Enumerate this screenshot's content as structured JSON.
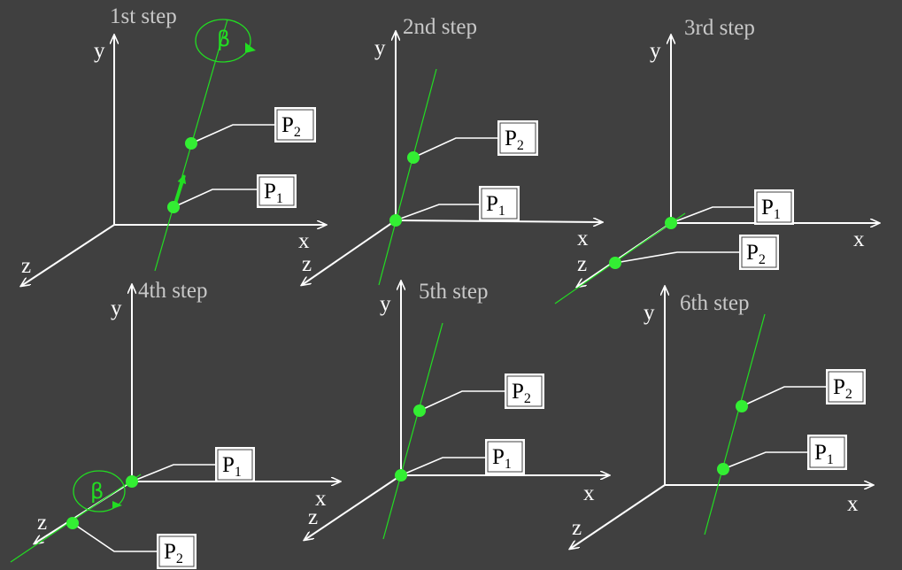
{
  "labels": {
    "x": "x",
    "y": "y",
    "z": "z",
    "point1": "P",
    "point1_sub": "1",
    "point2": "P",
    "point2_sub": "2",
    "beta": "β"
  },
  "colors": {
    "background": "#404040",
    "axes": "#ffffff",
    "line": "#22dd22",
    "step_title": "#c8c8c8"
  },
  "steps": [
    {
      "title": "1st step"
    },
    {
      "title": "2nd step"
    },
    {
      "title": "3rd step"
    },
    {
      "title": "4th step"
    },
    {
      "title": "5th step"
    },
    {
      "title": "6th step"
    }
  ]
}
